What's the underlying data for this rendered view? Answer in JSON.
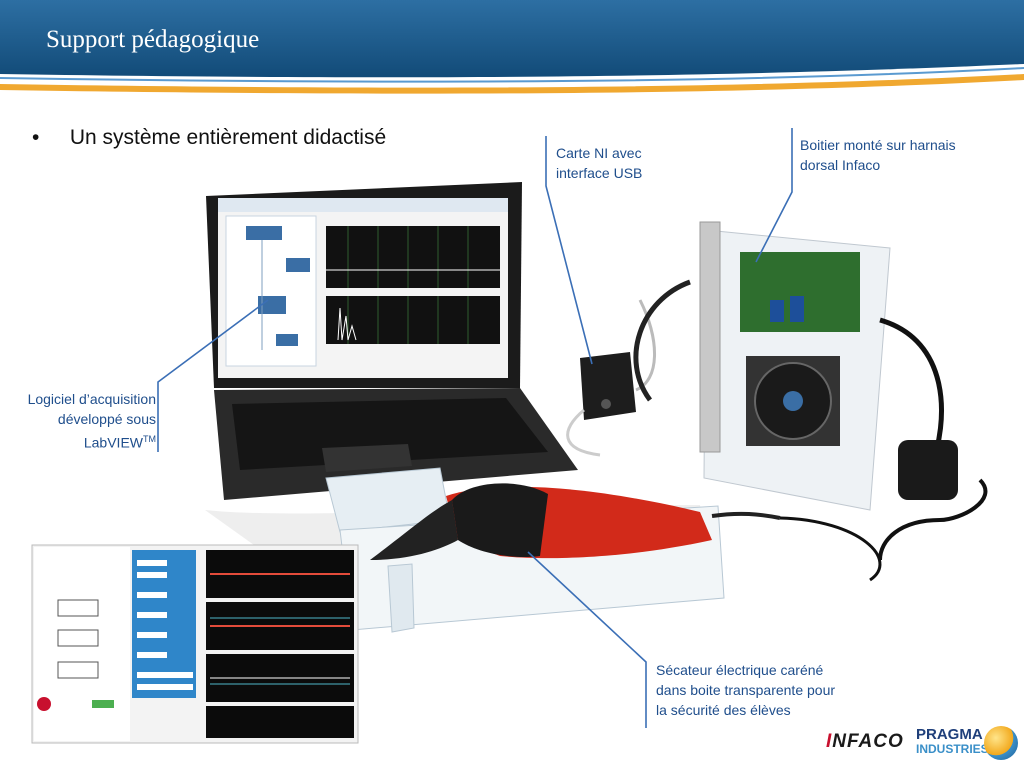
{
  "slide": {
    "title": "Support pédagogique",
    "bullet": "Un système entièrement didactisé"
  },
  "annotations": {
    "carte_ni": [
      "Carte NI avec",
      "interface USB"
    ],
    "boitier": [
      "Boitier monté sur harnais",
      "dorsal Infaco"
    ],
    "logiciel": [
      "Logiciel d’acquisition",
      "développé sous"
    ],
    "labview": "LabVIEW",
    "labview_tm": "TM",
    "secateur": [
      "Sécateur électrique caréné",
      "dans boite transparente pour",
      "la sécurité des élèves"
    ]
  },
  "logos": {
    "infaco_i": "I",
    "infaco_rest": "NFACO",
    "pragma": "PRAGMA",
    "pragma_sub": "INDUSTRIES"
  },
  "colors": {
    "header_blue": "#1a5a8c",
    "annotation_text": "#1f4e8c",
    "leader_line": "#3b6fb6",
    "secateur_red": "#d22a1a"
  }
}
